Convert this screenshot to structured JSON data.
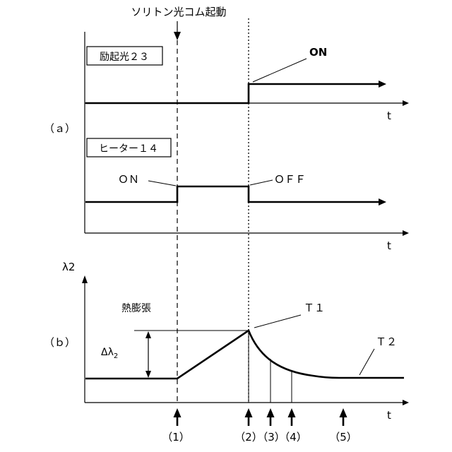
{
  "title": "ソリトン光コム起動",
  "panel_a": {
    "label": "（ａ）",
    "pump": {
      "box_label": "励起光２３",
      "on_label": "ON",
      "t_label": "t"
    },
    "heater": {
      "box_label": "ヒーター１４",
      "on_label": "ＯＮ",
      "off_label": "ＯＦＦ",
      "t_label": "t"
    }
  },
  "panel_b": {
    "label": "（ｂ）",
    "y_axis_label": "λ2",
    "thermal_expansion_label": "熱膨張",
    "delta_lambda_label": "Δλ",
    "delta_lambda_sub": "2",
    "t1_label": "Ｔ１",
    "t2_label": "Ｔ２",
    "t_label": "t"
  },
  "event_markers": [
    "（1）",
    "（2）",
    "（3）",
    "（4）",
    "（5）"
  ],
  "colors": {
    "line": "#000000",
    "background": "#ffffff"
  }
}
